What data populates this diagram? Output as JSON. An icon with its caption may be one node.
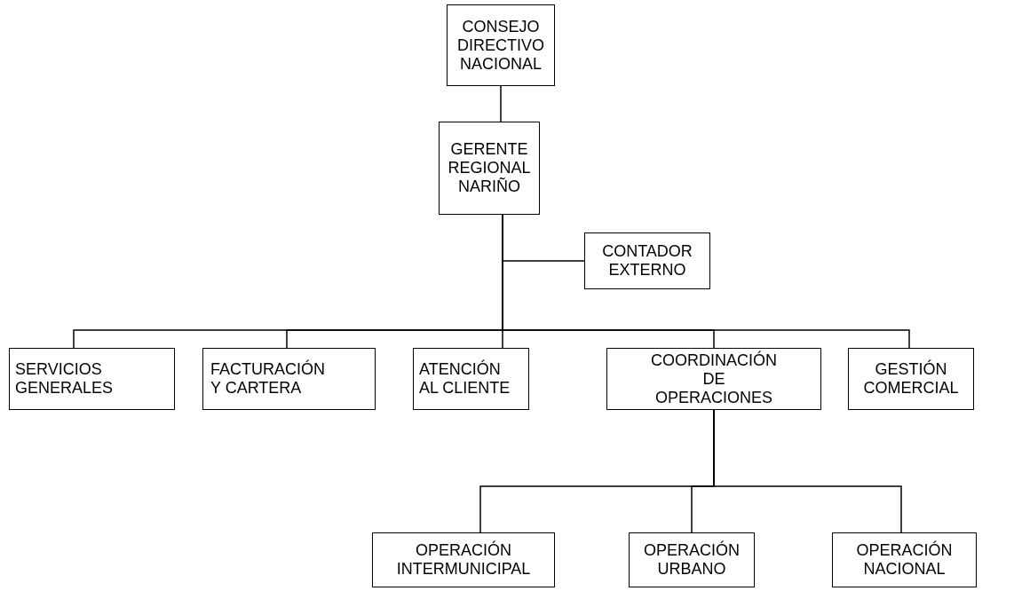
{
  "diagram": {
    "nodes": [
      {
        "text": [
          "CONSEJO DIRECTIVO NACIONAL"
        ]
      },
      {
        "text": [
          "GERENTE REGIONAL NARIÑO"
        ]
      },
      {
        "text": [
          "CONTADOR EXTERNO"
        ]
      },
      {
        "text": [
          "SERVICIOS GENERALES"
        ]
      },
      {
        "text": [
          "FACTURACIÓN Y CARTERA"
        ]
      },
      {
        "text": [
          "ATENCIÓN AL CLIENTE"
        ]
      },
      {
        "text": [
          "COORDINACIÓN DE OPERACIONES"
        ]
      },
      {
        "text": [
          "GESTIÓN COMERCIAL"
        ]
      },
      {
        "text": [
          "OPERACIÓN INTERMUNICIPAL"
        ]
      },
      {
        "text": [
          "OPERACIÓN URBANO"
        ]
      },
      {
        "text": [
          "OPERACIÓN NACIONAL"
        ]
      }
    ],
    "edges": [
      {
        "from": 0,
        "to": 1,
        "arrow": "none"
      },
      {
        "from": 1,
        "to": 2,
        "arrow": "none"
      },
      {
        "from": 1,
        "to": 3,
        "arrow": "none"
      },
      {
        "from": 1,
        "to": 4,
        "arrow": "none"
      },
      {
        "from": 1,
        "to": 5,
        "arrow": "none"
      },
      {
        "from": 1,
        "to": 6,
        "arrow": "none"
      },
      {
        "from": 1,
        "to": 7,
        "arrow": "none"
      },
      {
        "from": 6,
        "to": 8,
        "arrow": "none"
      },
      {
        "from": 6,
        "to": 9,
        "arrow": "none"
      },
      {
        "from": 6,
        "to": 10,
        "arrow": "none"
      }
    ]
  }
}
